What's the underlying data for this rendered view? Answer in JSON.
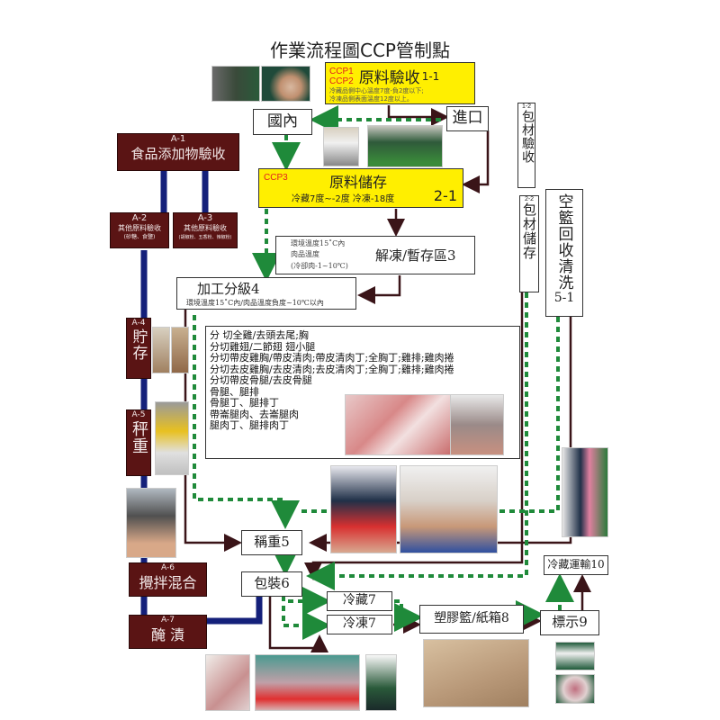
{
  "title": "作業流程圖CCP管制點",
  "colors": {
    "ccp_box": "#ffef00",
    "additive_box": "#5a1414",
    "main_flow_line": "#3a1418",
    "dotted_flow_line": "#1f8a3a",
    "additive_line": "#14207a",
    "ccp_label": "#e02020"
  },
  "nodes": {
    "raw_receiving": {
      "ccp1": "CCP1",
      "ccp2": "CCP2",
      "label": "原料驗收",
      "code": "1-1",
      "note1": "冷藏品側中心溫度7度-負2度以下;",
      "note2": "冷凍品側表面溫度12度以上。"
    },
    "domestic": {
      "label": "國內"
    },
    "import": {
      "label": "進口"
    },
    "raw_storage": {
      "ccp": "CCP3",
      "label": "原料儲存",
      "note": "冷藏7度~-2度 冷凍-18度",
      "code": "2-1"
    },
    "thaw": {
      "note1": "環境溫度15˚C內",
      "note2": "肉品溫度",
      "note3": "(冷卻肉-1~10℃)",
      "label": "解凍/暫存區3"
    },
    "processing": {
      "label": "加工分級4",
      "note": "環境溫度15˚C內/肉品溫度負度~10℃以內"
    },
    "cut_list": [
      "分 切全雞/去頭去尾;胸",
      "分切雞翅/二節翅 翅小腿",
      "分切帶皮雞胸/帶皮清肉;帶皮清肉丁;全胸丁;雞排;雞肉捲",
      "分切去皮雞胸/去皮清肉;去皮清肉丁;全胸丁;雞排;雞肉捲",
      "分切帶皮骨腿/去皮骨腿",
      "骨腿、腿排",
      "骨腿丁、腿排丁",
      "帶崙腿肉、去崙腿肉",
      "腿肉丁、腿排肉丁"
    ],
    "weighing": {
      "label": "稱重5"
    },
    "packing": {
      "label": "包裝6"
    },
    "chilled": {
      "label": "冷藏7"
    },
    "frozen": {
      "label": "冷凍7"
    },
    "container": {
      "label": "塑膠籃/紙箱8"
    },
    "labeling": {
      "label": "標示9"
    },
    "transport": {
      "label": "冷藏運輸10"
    },
    "pack_receiving": {
      "code": "1-2",
      "label": "包材驗收"
    },
    "pack_storage": {
      "code": "2-2",
      "label": "包材儲存"
    },
    "basket_wash": {
      "label": "空籃回收清洗",
      "code": "5-1"
    }
  },
  "additives": {
    "a1": {
      "code": "A-1",
      "label": "食品添加物驗收"
    },
    "a2": {
      "code": "A-2",
      "label": "其他原料驗收",
      "note": "(砂糖、食鹽)"
    },
    "a3": {
      "code": "A-3",
      "label": "其他原料驗收",
      "note": "(胡椒粉、五香粉、辣椒粉)"
    },
    "a4": {
      "code": "A-4",
      "label": "貯存"
    },
    "a5": {
      "code": "A-5",
      "label": "秤重"
    },
    "a6": {
      "code": "A-6",
      "label": "攪拌混合"
    },
    "a7": {
      "code": "A-7",
      "label": "醃 漬"
    }
  },
  "photos": [
    "receiving-inspection-photo",
    "thermometer-check-photo",
    "worker-storage-photo",
    "cold-storage-room-photo",
    "cutting-steps-photo",
    "cutting-line-photo",
    "additive-storage-photo",
    "additive-scale-photo",
    "mixing-photo",
    "worker-cutting-photo",
    "processing-room-photo",
    "basket-return-truck-photo",
    "packing-bag-photo",
    "packing-basket-photo",
    "freezer-room-photo",
    "cardboard-box-photo",
    "label-basket-photo",
    "chilled-basket-photo"
  ]
}
